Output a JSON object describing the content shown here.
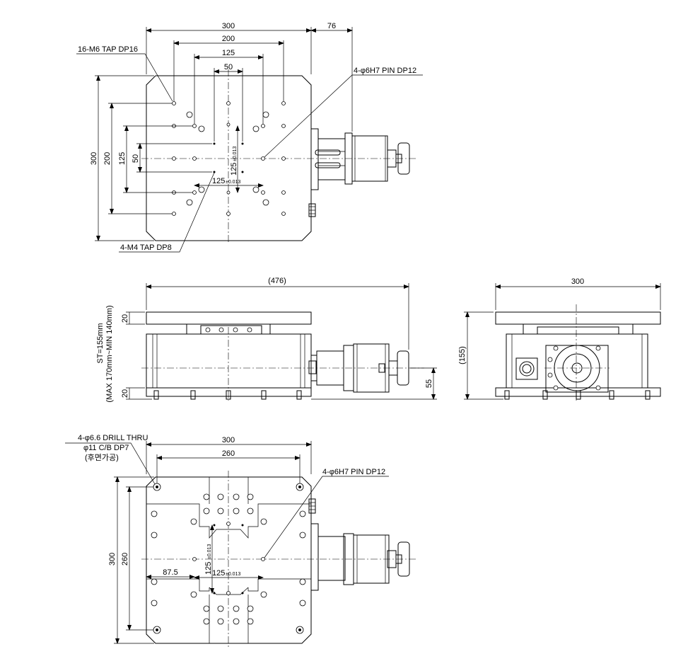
{
  "top_view": {
    "dim_300": "300",
    "dim_76": "76",
    "dim_200": "200",
    "dim_125": "125",
    "dim_50": "50",
    "dim_v300": "300",
    "dim_v200": "200",
    "dim_v125": "125",
    "dim_v50": "50",
    "label_m6": "16-M6 TAP DP16",
    "label_pin": "4-φ6H7 PIN DP12",
    "label_m4": "4-M4 TAP DP8",
    "pin_h_main": "125",
    "pin_h_tol": "±0.013",
    "pin_v_main": "125",
    "pin_v_tol": "±0.013"
  },
  "front_view": {
    "dim_476": "(476)",
    "dim_20_top": "20",
    "dim_20_bot": "20",
    "dim_55": "55",
    "stroke_label": "ST=155mm",
    "stroke_sub": "(MAX 170mm~MIN 140mm)"
  },
  "side_view": {
    "dim_300": "300",
    "dim_155": "(155)"
  },
  "bottom_view": {
    "dim_300": "300",
    "dim_260": "260",
    "dim_v300": "300",
    "dim_v260": "260",
    "dim_87_5": "87.5",
    "label_drill_1": "4-φ6.6 DRILL THRU",
    "label_drill_2": "φ11 C/B DP7",
    "label_drill_3": "(후면가공)",
    "label_pin": "4-φ6H7 PIN DP12",
    "pin_h_main": "125",
    "pin_h_tol": "±0.013",
    "pin_v_main": "125",
    "pin_v_tol": "±0.013"
  }
}
